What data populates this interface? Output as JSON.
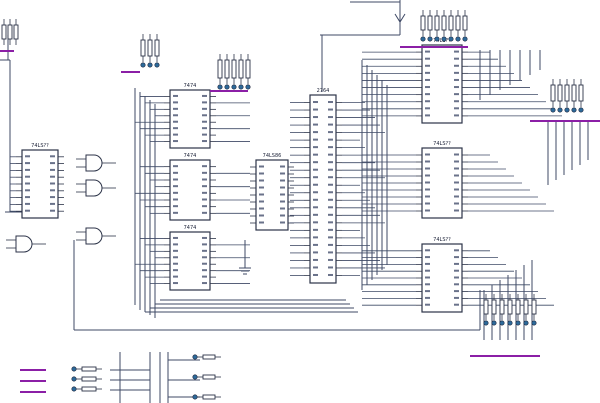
{
  "diagram": {
    "chip_titles": {
      "counter_left": "74LS??",
      "reg_top": "7474",
      "reg_mid": "7474",
      "reg_bot": "7474",
      "mux": "74LS86",
      "rom": "2764",
      "out_top": "74LS??",
      "out_mid": "74LS??",
      "out_bot": "74LS??"
    },
    "colors": {
      "wire": "#3f4a66",
      "bus": "#8b1fa6",
      "led": "#2d6a9a",
      "background": "#ffffff"
    }
  }
}
